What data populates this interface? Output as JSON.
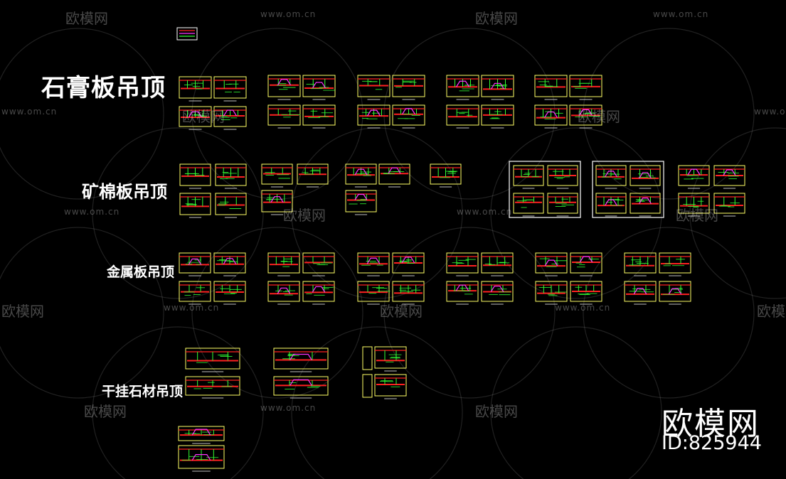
{
  "rows": [
    {
      "title": "石膏板吊顶"
    },
    {
      "title": "矿棉板吊顶"
    },
    {
      "title": "金属板吊顶"
    },
    {
      "title": "干挂石材吊顶"
    }
  ],
  "watermark": {
    "url": "www.om.cn",
    "brand": "欧模网"
  },
  "brand": {
    "logo": "欧模网",
    "id": "ID:825944"
  },
  "colors": {
    "background": "#000000",
    "frame": "#ffff66",
    "slab": "#ff2020",
    "dimension": "#33ff33",
    "profile": "#ff33ff",
    "title": "#ffffff"
  }
}
